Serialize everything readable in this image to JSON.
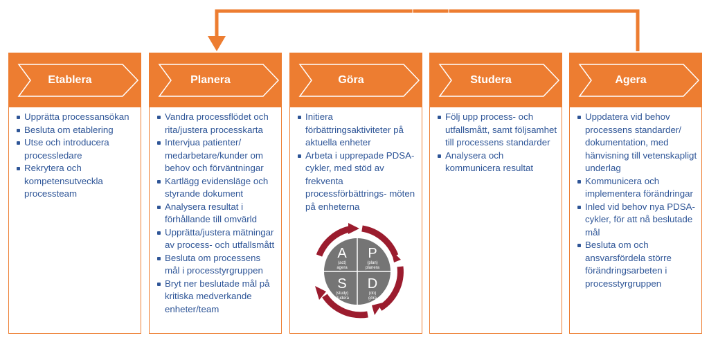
{
  "columns": [
    {
      "title": "Etablera",
      "items": [
        "Upprätta processansökan",
        "Besluta om etablering",
        "Utse och introducera processledare",
        "Rekrytera och kompetensutveckla processteam"
      ]
    },
    {
      "title": "Planera",
      "items": [
        "Vandra processflödet och rita/justera processkarta",
        "Intervjua patienter/ medarbetare/kunder om behov och förväntningar",
        "Kartlägg evidensläge och styrande dokument",
        "Analysera resultat i förhållande till omvärld",
        "Upprätta/justera mätningar av process- och utfallsmått",
        "Besluta om processens mål i processtyrgruppen",
        "Bryt ner beslutade mål på kritiska medverkande enheter/team"
      ]
    },
    {
      "title": "Göra",
      "items": [
        "Initiera förbättringsaktiviteter på aktuella enheter",
        "Arbeta i upprepade PDSA-cykler, med stöd av frekventa processförbättrings- möten på enheterna"
      ]
    },
    {
      "title": "Studera",
      "items": [
        "Följ upp process- och utfallsmått, samt följsamhet till processens standarder",
        "Analysera och kommunicera resultat"
      ]
    },
    {
      "title": "Agera",
      "items": [
        "Uppdatera vid behov processens standarder/ dokumentation, med hänvisning till vetenskapligt underlag",
        "Kommunicera och implementera förändringar",
        "Inled vid behov nya PDSA-cykler, för att nå beslutade mål",
        "Besluta om och ansvarsfördela större förändringsarbeten i processtyrgruppen"
      ]
    }
  ],
  "pdsa": {
    "A": {
      "letter": "A",
      "sub1": "(act)",
      "sub2": "agera"
    },
    "P": {
      "letter": "P",
      "sub1": "(plan)",
      "sub2": "planera"
    },
    "S": {
      "letter": "S",
      "sub1": "(study)",
      "sub2": "studera"
    },
    "D": {
      "letter": "D",
      "sub1": "(do)",
      "sub2": "göra"
    }
  },
  "colors": {
    "accent": "#ed7d31",
    "text": "#2e5597",
    "cycle": "#9b1c2e",
    "quadrant": "#757575"
  }
}
